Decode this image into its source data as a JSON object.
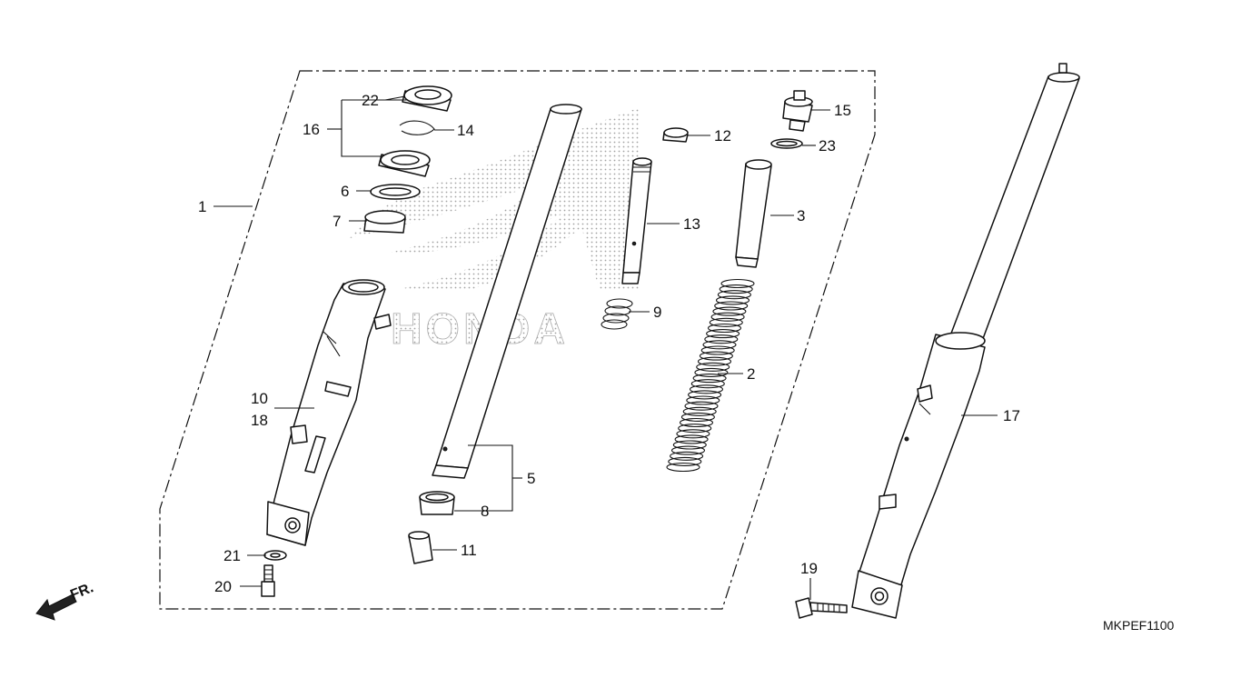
{
  "diagram": {
    "code": "MKPEF1100",
    "direction_label": "FR.",
    "watermark": "HONDA",
    "callouts": {
      "c1": "1",
      "c2": "2",
      "c3": "3",
      "c5": "5",
      "c6": "6",
      "c7": "7",
      "c8": "8",
      "c9": "9",
      "c10": "10",
      "c11": "11",
      "c12": "12",
      "c13": "13",
      "c14": "14",
      "c15": "15",
      "c16": "16",
      "c17": "17",
      "c18": "18",
      "c19": "19",
      "c20": "20",
      "c21": "21",
      "c22": "22",
      "c23": "23"
    }
  }
}
